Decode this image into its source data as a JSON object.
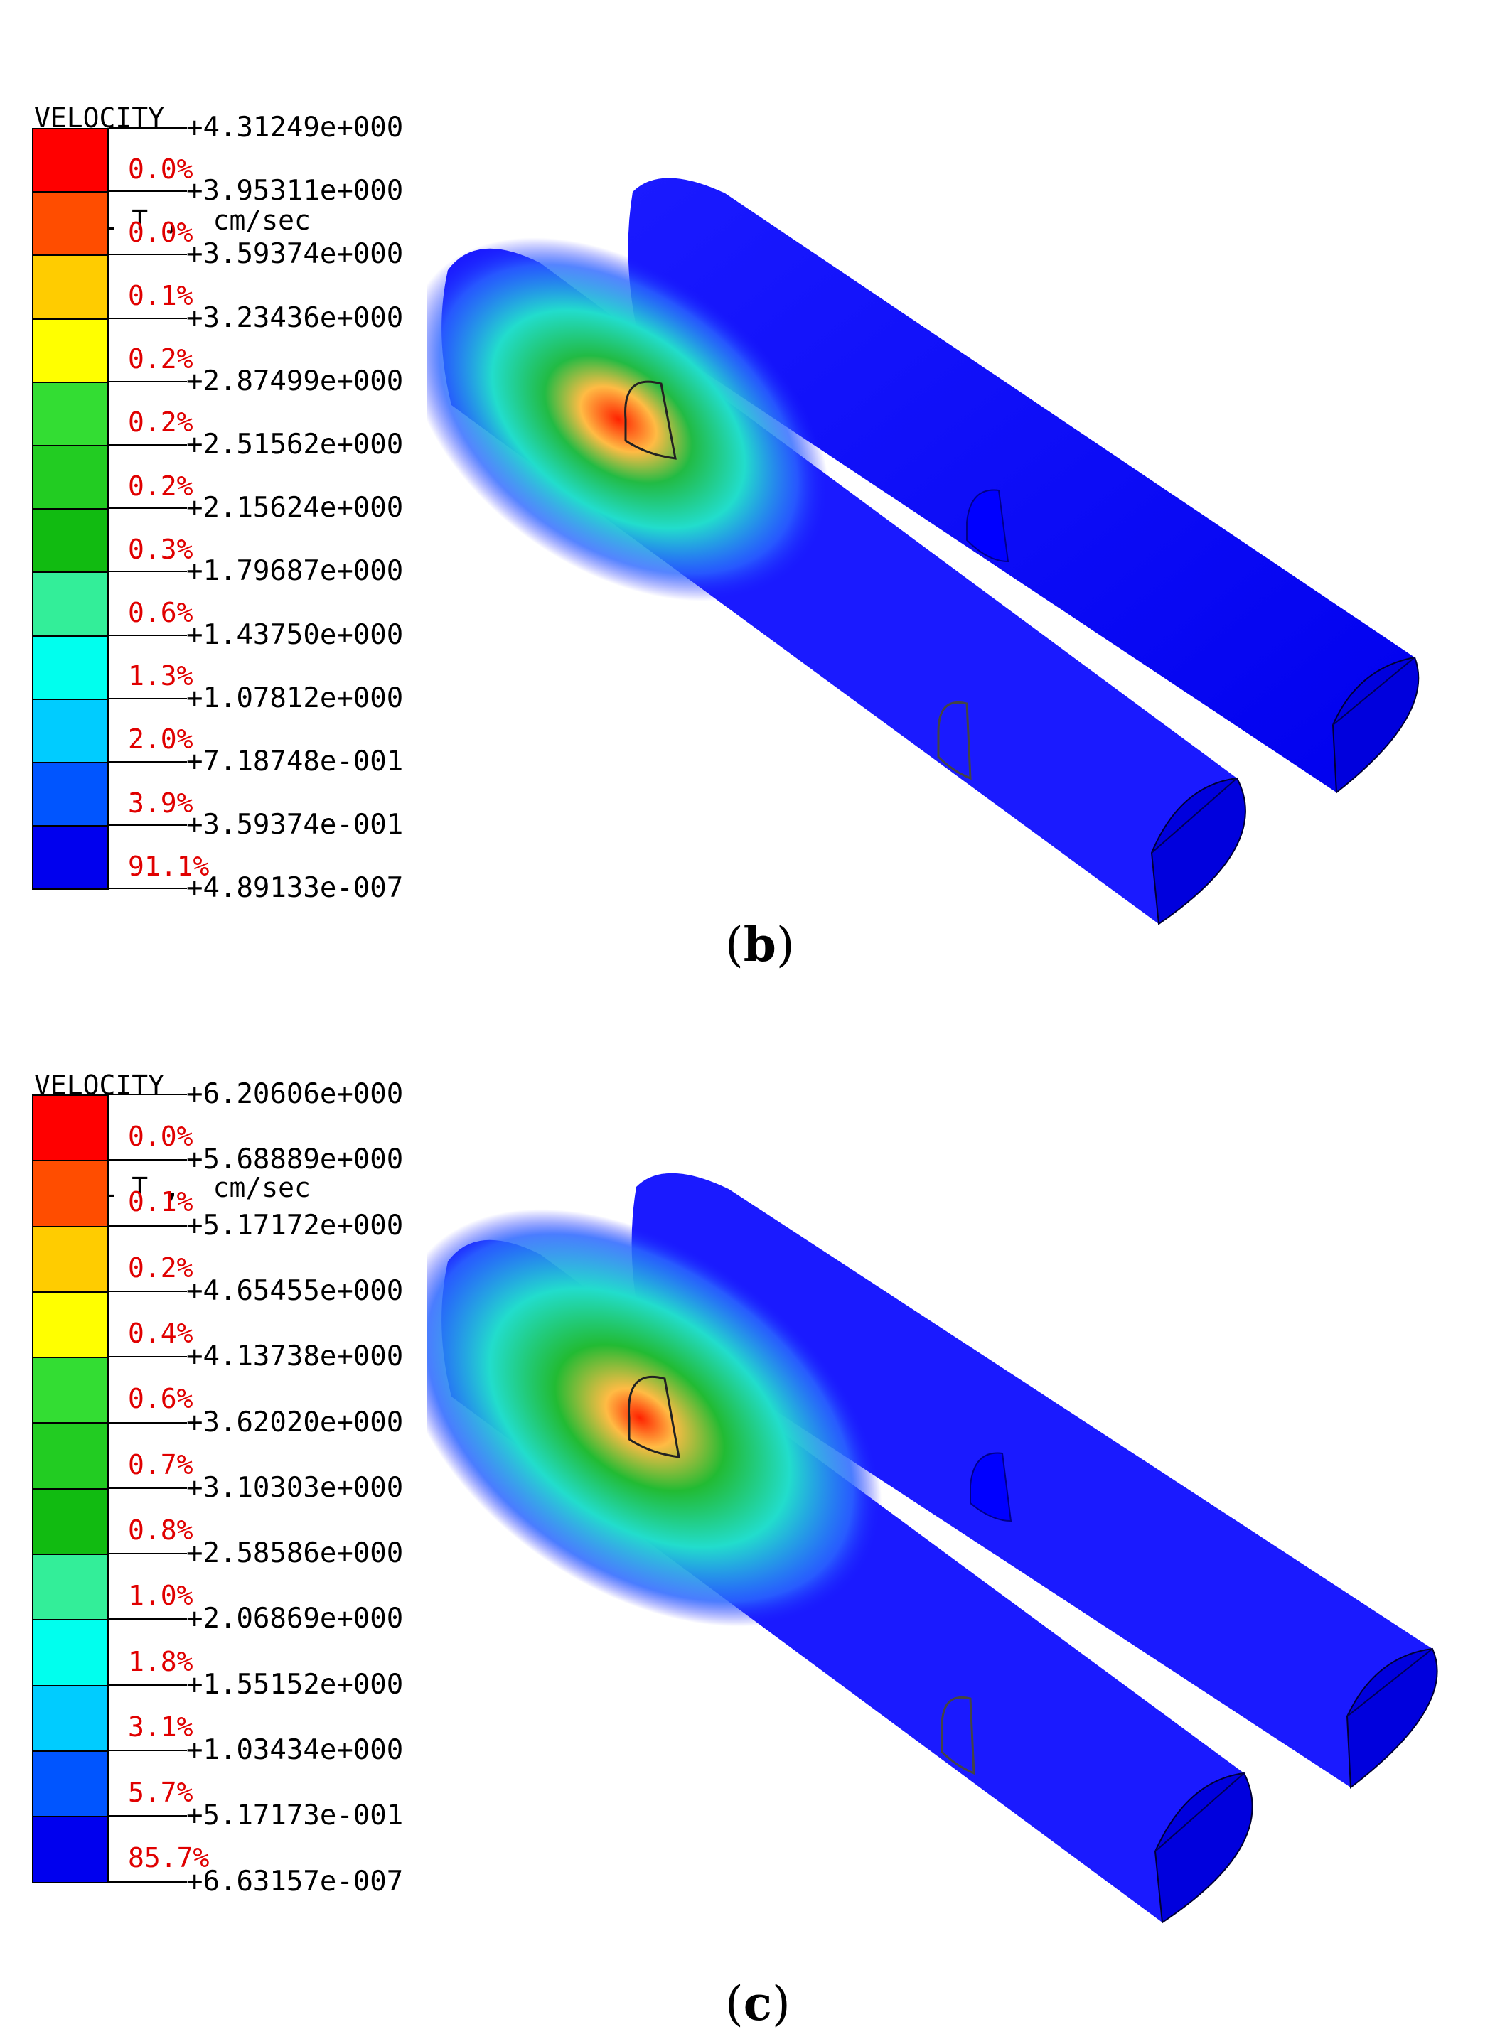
{
  "panels": [
    {
      "id": "b",
      "title_line1": "VELOCITY",
      "title_line2": "TOTAL T ,  cm/sec",
      "caption_letter": "b",
      "colors": [
        "#ff0000",
        "#ff4d00",
        "#ffcc00",
        "#ffff00",
        "#33dd33",
        "#22cc22",
        "#11bb11",
        "#33ee99",
        "#00ffee",
        "#00ccff",
        "#0055ff",
        "#0000ee"
      ],
      "ticks": [
        "+4.31249e+000",
        "+3.95311e+000",
        "+3.59374e+000",
        "+3.23436e+000",
        "+2.87499e+000",
        "+2.51562e+000",
        "+2.15624e+000",
        "+1.79687e+000",
        "+1.43750e+000",
        "+1.07812e+000",
        "+7.18748e-001",
        "+3.59374e-001",
        "+4.89133e-007"
      ],
      "percents": [
        "0.0%",
        "0.0%",
        "0.1%",
        "0.2%",
        "0.2%",
        "0.2%",
        "0.3%",
        "0.6%",
        "1.3%",
        "2.0%",
        "3.9%",
        "91.1%"
      ]
    },
    {
      "id": "c",
      "title_line1": "VELOCITY",
      "title_line2": "TOTAL T ,  cm/sec",
      "caption_letter": "c",
      "colors": [
        "#ff0000",
        "#ff4d00",
        "#ffcc00",
        "#ffff00",
        "#33dd33",
        "#22cc22",
        "#11bb11",
        "#33ee99",
        "#00ffee",
        "#00ccff",
        "#0055ff",
        "#0000ee"
      ],
      "ticks": [
        "+6.20606e+000",
        "+5.68889e+000",
        "+5.17172e+000",
        "+4.65455e+000",
        "+4.13738e+000",
        "+3.62020e+000",
        "+3.10303e+000",
        "+2.58586e+000",
        "+2.06869e+000",
        "+1.55152e+000",
        "+1.03434e+000",
        "+5.17173e-001",
        "+6.63157e-007"
      ],
      "percents": [
        "0.0%",
        "0.1%",
        "0.2%",
        "0.4%",
        "0.6%",
        "0.7%",
        "0.8%",
        "1.0%",
        "1.8%",
        "3.1%",
        "5.7%",
        "85.7%"
      ]
    }
  ]
}
